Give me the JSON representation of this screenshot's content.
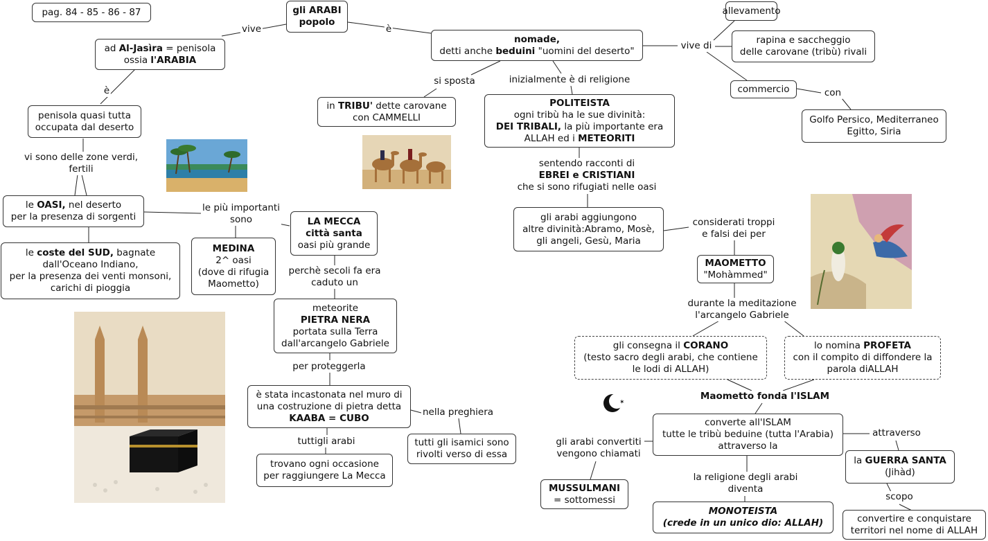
{
  "pages": "pag. 84 - 85 - 86 - 87",
  "nodes": {
    "arabi": [
      "gli ARABI",
      "popolo"
    ],
    "al_jasira": [
      "ad ",
      "Al-Jasìra",
      " = penisola",
      "ossia ",
      "l'ARABIA"
    ],
    "penisola": [
      "penisola quasi tutta",
      "occupata dal deserto"
    ],
    "oasi": [
      "le ",
      "OASI,",
      " nel deserto",
      "per la presenza di sorgenti"
    ],
    "coste": [
      "le ",
      "coste del SUD,",
      " bagnate",
      "dall'Oceano Indiano,",
      "per la presenza dei venti monsoni,",
      "carichi di pioggia"
    ],
    "medina": [
      "MEDINA",
      "2^ oasi",
      "(dove di rifugia",
      "Maometto)"
    ],
    "mecca": [
      "LA MECCA",
      "città santa",
      "oasi più grande"
    ],
    "meteorite": [
      "meteorite",
      "PIETRA NERA",
      "portata sulla Terra",
      "dall'arcangelo Gabriele"
    ],
    "kaaba": [
      "è stata incastonata nel muro di",
      "una costruzione di pietra detta",
      "KAABA = CUBO"
    ],
    "trovano": [
      "trovano ogni occasione",
      "per raggiungere La Mecca"
    ],
    "isamici": [
      "tutti gli isamici sono",
      "rivolti verso di essa"
    ],
    "tribu": [
      "in ",
      "TRIBU'",
      " dette carovane",
      "con CAMMELLI"
    ],
    "nomade": [
      "nomade,",
      "detti anche ",
      "beduini",
      " \"uomini del deserto\""
    ],
    "allevamento": "allevamento",
    "rapina": [
      "rapina e saccheggio",
      "delle carovane (tribù) rivali"
    ],
    "commercio": "commercio",
    "golfo": [
      "Golfo Persico, Mediterraneo",
      "Egitto, Siria"
    ],
    "politeista": [
      "POLITEISTA",
      "ogni tribù ha le sue divinità:",
      "DEI TRIBALI,",
      " la più importante era",
      "ALLAH ed i ",
      "METEORITI"
    ],
    "aggiungono": [
      "gli arabi aggiungono",
      "altre divinità:Abramo, Mosè,",
      "gli angeli, Gesù, Maria"
    ],
    "maometto": [
      "MAOMETTO",
      "\"Mohàmmed\""
    ],
    "corano": [
      "gli consegna il ",
      "CORANO",
      "(testo sacro degli arabi, che contiene",
      "le lodi di ALLAH)"
    ],
    "profeta": [
      "lo nomina ",
      "PROFETA",
      "con il compito di diffondere la",
      "parola diALLAH"
    ],
    "fonda": "Maometto fonda l'ISLAM",
    "converte": [
      "converte all'ISLAM",
      "tutte le tribù beduine (tutta l'Arabia)",
      "attraverso la"
    ],
    "mussulmani": [
      "MUSSULMANI",
      "= sottomessi"
    ],
    "monoteista": [
      "MONOTEISTA",
      "(crede in un unico dio: ALLAH)"
    ],
    "guerra": [
      "la ",
      "GUERRA SANTA",
      "(Jihàd)"
    ],
    "territori": [
      "convertire e  conquistare",
      "territori nel nome di ALLAH"
    ]
  },
  "labels": {
    "vive": "vive",
    "e1": "è",
    "e2": "è",
    "zone_verdi": [
      "vi sono delle zone verdi,",
      "fertili"
    ],
    "importanti": [
      "le più importanti",
      "sono"
    ],
    "perche": [
      "perchè secoli fa era",
      "caduto un"
    ],
    "proteggerla": "per proteggerla",
    "tuttigli": "tuttigli arabi",
    "preghiera": "nella preghiera",
    "si_sposta": "si sposta",
    "religione": "inizialmente è di religione",
    "vive_di": "vive di",
    "con": "con",
    "sentendo": [
      "sentendo racconti di",
      "EBREI e CRISTIANI",
      "che si sono rifugiati nelle oasi"
    ],
    "considerati": [
      "considerati troppi",
      "e falsi dei per"
    ],
    "meditazione": [
      "durante la meditazione",
      "l'arcangelo Gabriele"
    ],
    "convertiti": [
      "gli arabi convertiti",
      "vengono chiamati"
    ],
    "diventa": [
      "la religione degli arabi",
      "diventa"
    ],
    "attraverso": "attraverso",
    "scopo": "scopo"
  },
  "icons": [
    "oasis-photo",
    "camel-caravan-photo",
    "mecca-kaaba-painting",
    "archangel-miniature",
    "crescent-star-icon"
  ]
}
